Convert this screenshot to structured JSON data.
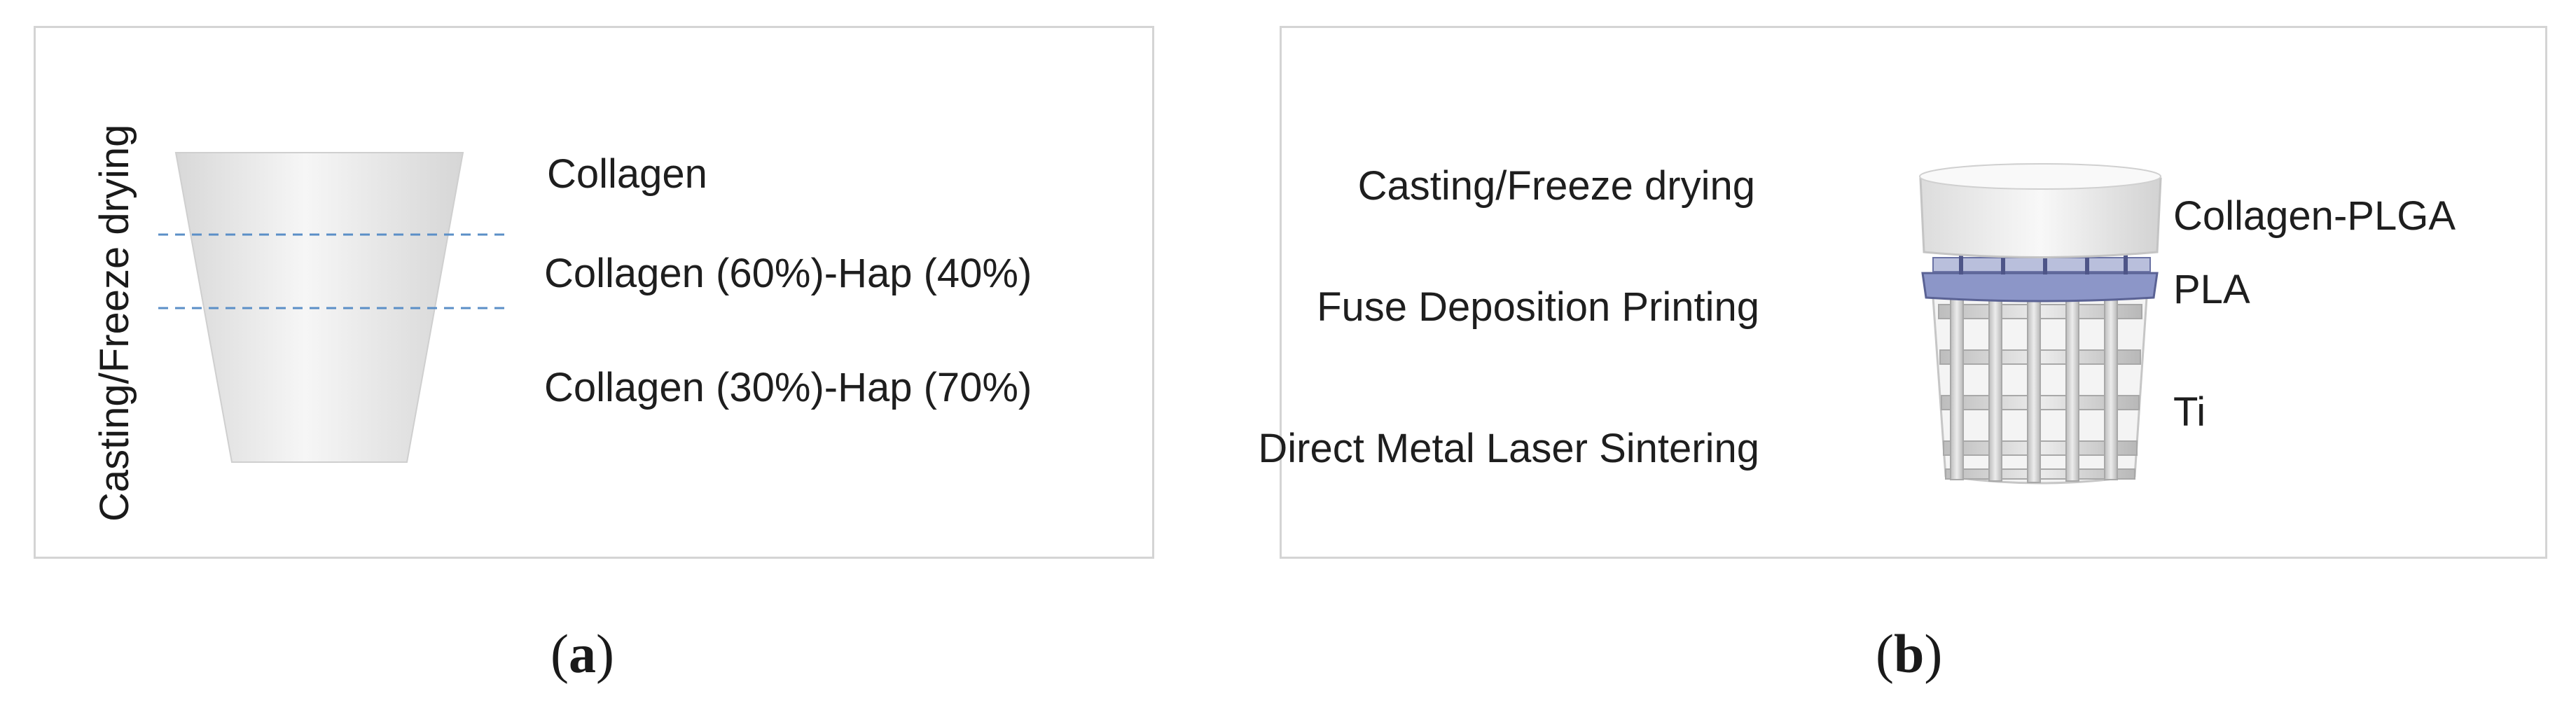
{
  "panel_a": {
    "side_label": "Casting/Freeze drying",
    "layers": [
      {
        "label": "Collagen"
      },
      {
        "label": "Collagen (60%)-Hap (40%)"
      },
      {
        "label": "Collagen (30%)-Hap (70%)"
      }
    ],
    "caption_letter": "a"
  },
  "panel_b": {
    "methods": [
      {
        "label": "Casting/Freeze drying"
      },
      {
        "label": "Fuse Deposition Printing"
      },
      {
        "label": "Direct Metal Laser Sintering"
      }
    ],
    "materials": [
      {
        "label": "Collagen-PLGA"
      },
      {
        "label": "PLA"
      },
      {
        "label": "Ti"
      }
    ],
    "caption_letter": "b"
  },
  "colors": {
    "panel_border": "#d4d4d4",
    "dashed_line": "#5b8fc7",
    "cup_fill": "#e6e6e6",
    "pla_band": "#8c96c8",
    "lattice": "#d0d0d0"
  }
}
